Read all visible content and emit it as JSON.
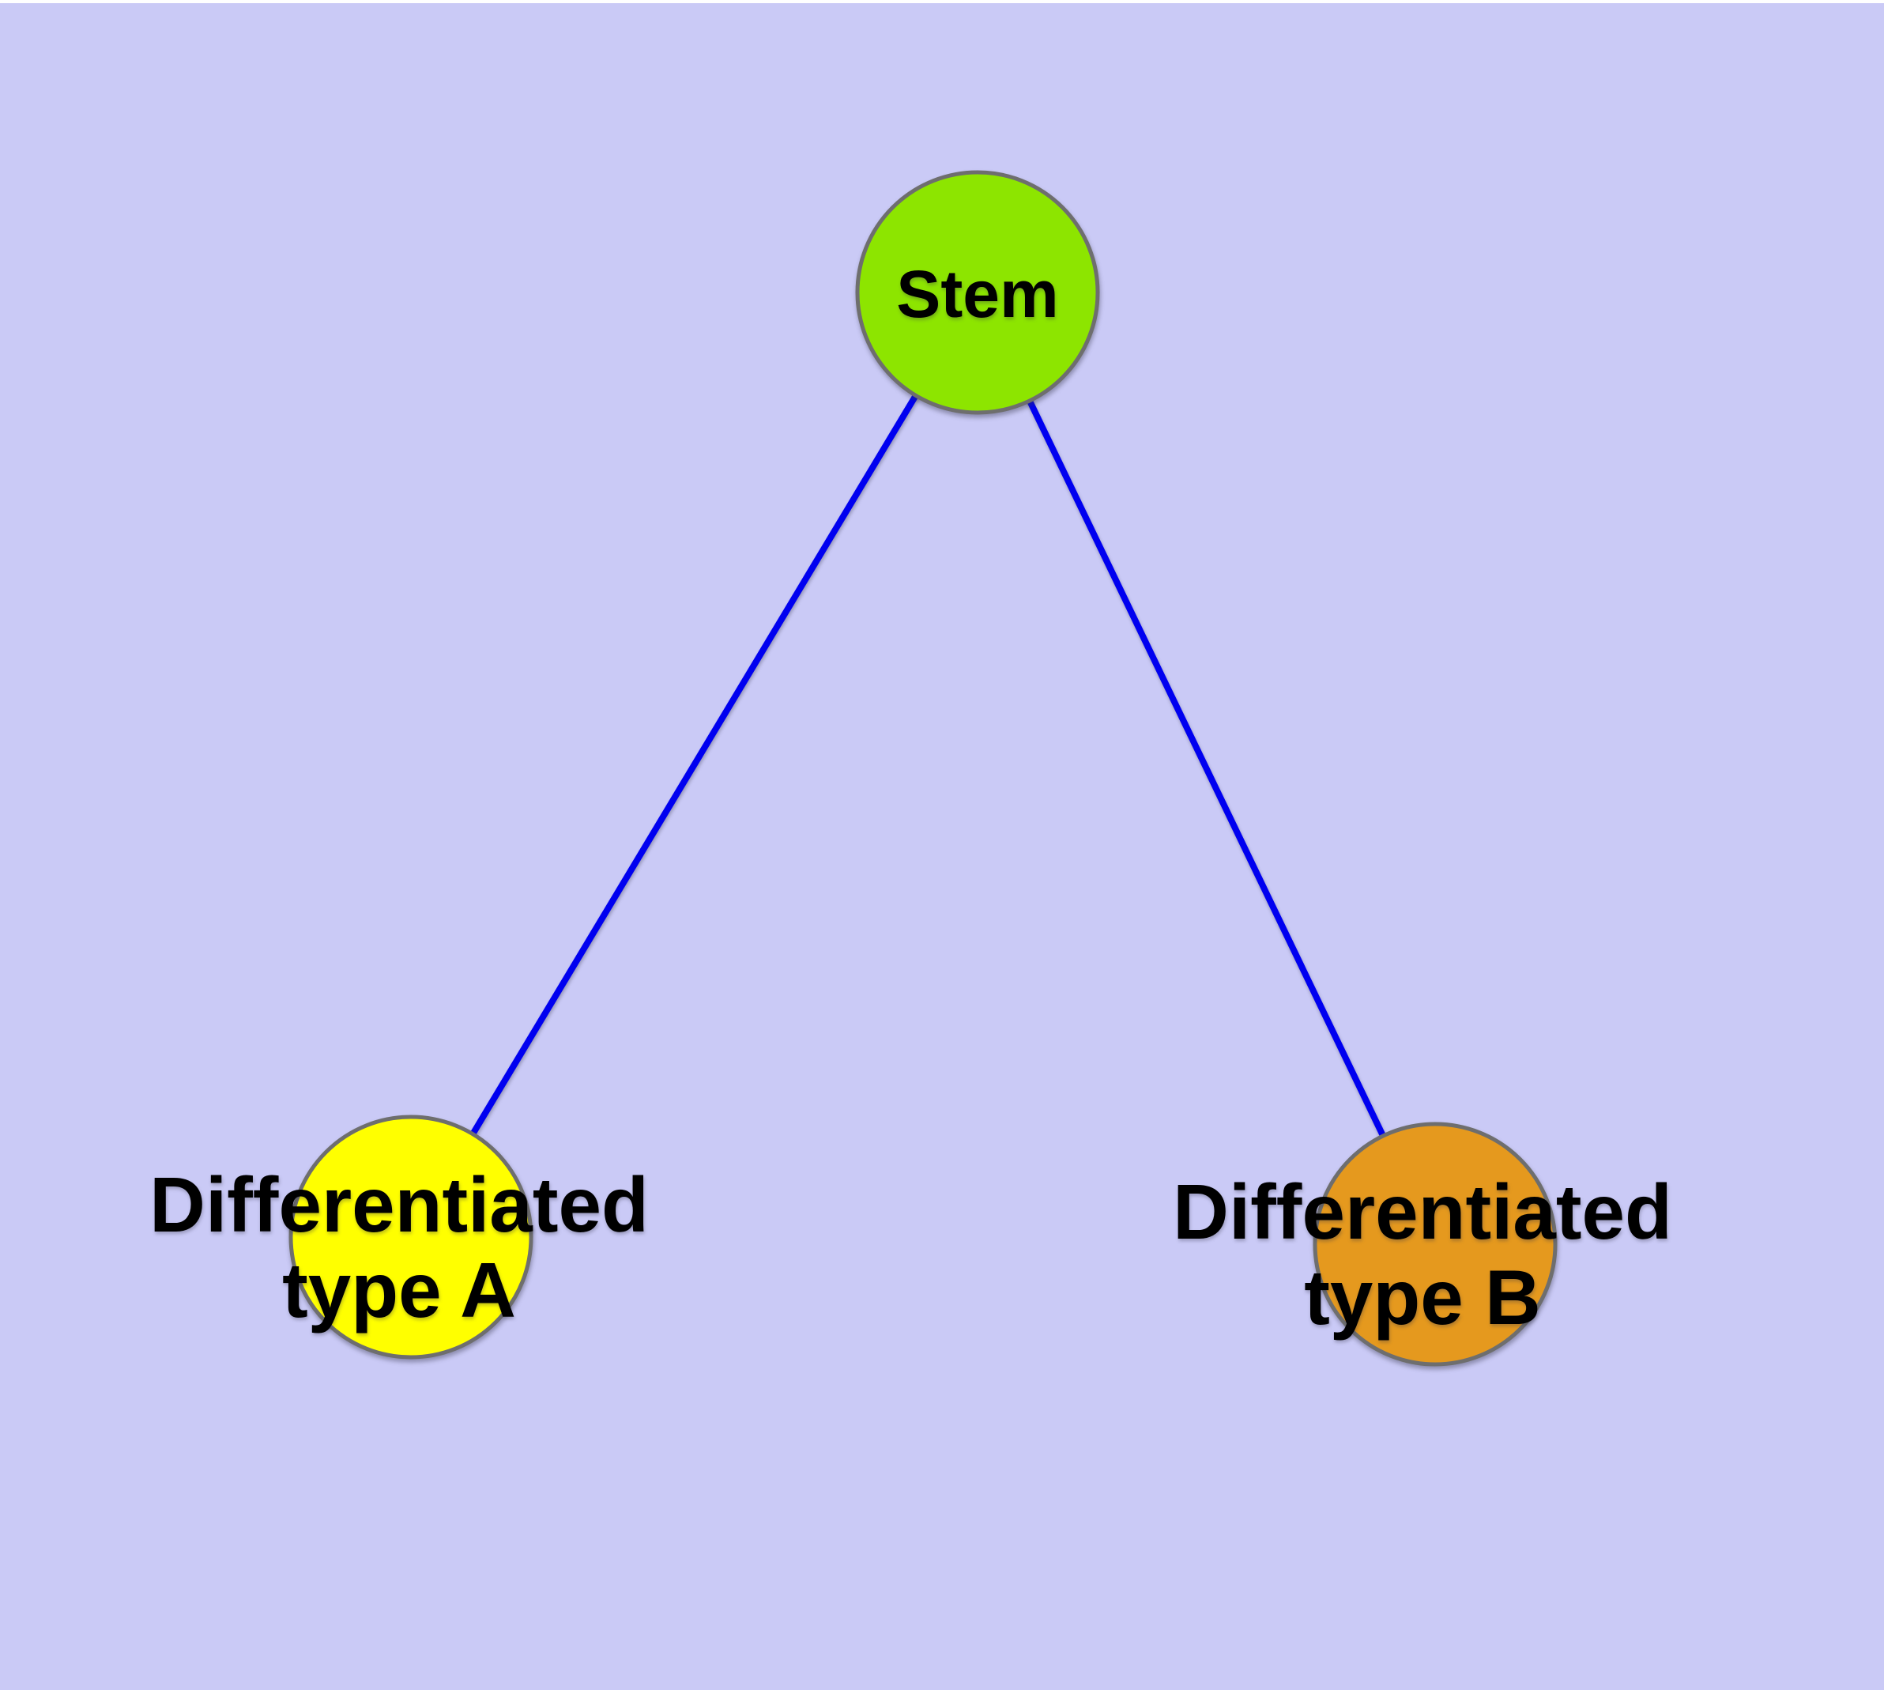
{
  "canvas": {
    "background": "#cacaf6",
    "top_strip_color": "#ffffff"
  },
  "diagram": {
    "type": "graph",
    "text_color": "#000000",
    "node_border_color": "#6e6e6e",
    "edge_color": "#0000f0",
    "nodes": {
      "stem": {
        "label": "Stem",
        "fill": "#8de500",
        "border": "#6e6e6e"
      },
      "type_a": {
        "label_line1": "Differentiated",
        "label_line2": "type A",
        "fill": "#ffff00",
        "border": "#6e6e6e"
      },
      "type_b": {
        "label_line1": "Differentiated",
        "label_line2": "type B",
        "fill": "#e5991e",
        "border": "#6e6e6e"
      }
    },
    "edges": [
      {
        "from": "stem",
        "to": "type_a",
        "color": "#0000f0"
      },
      {
        "from": "stem",
        "to": "type_b",
        "color": "#0000f0"
      }
    ]
  }
}
